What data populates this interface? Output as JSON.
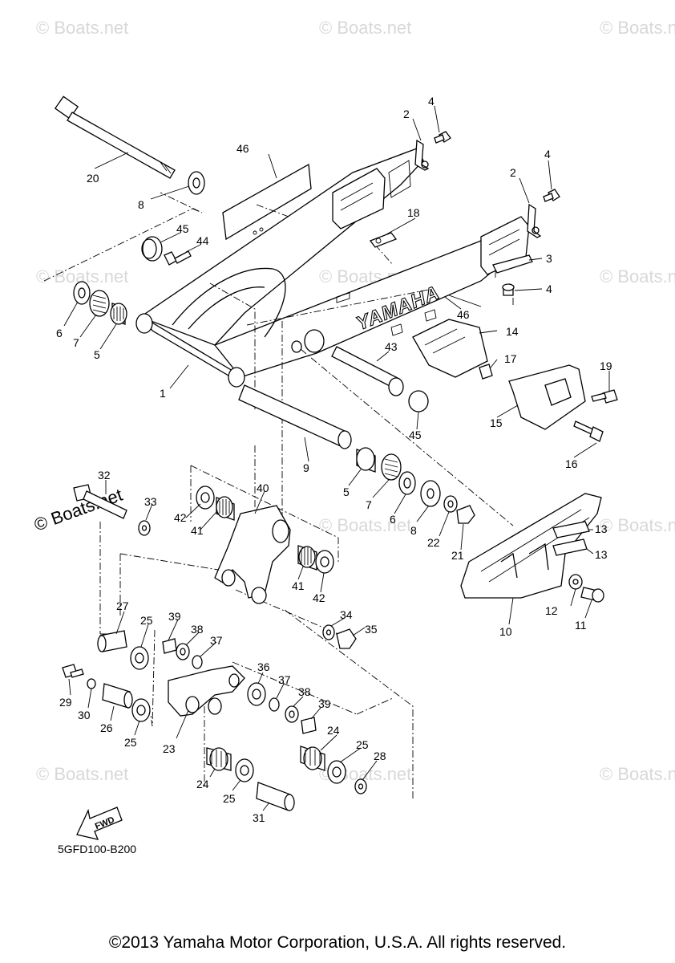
{
  "diagram_code": "5GFD100-B200",
  "copyright": "©2013 Yamaha Motor Corporation, U.S.A. All rights reserved.",
  "brand_mark": "YAMAHA",
  "fwd_label": "FWD",
  "watermarks": {
    "light": "© Boats.net",
    "dark": "© Boats.net"
  },
  "callouts": {
    "c1": "1",
    "c2a": "2",
    "c2b": "2",
    "c3": "3",
    "c4a": "4",
    "c4b": "4",
    "c4c": "4",
    "c5a": "5",
    "c5b": "5",
    "c6a": "6",
    "c6b": "6",
    "c7a": "7",
    "c7b": "7",
    "c8a": "8",
    "c8b": "8",
    "c9": "9",
    "c10": "10",
    "c11": "11",
    "c12": "12",
    "c13a": "13",
    "c13b": "13",
    "c14": "14",
    "c15": "15",
    "c16": "16",
    "c17": "17",
    "c18": "18",
    "c19": "19",
    "c20": "20",
    "c21": "21",
    "c22": "22",
    "c23": "23",
    "c24a": "24",
    "c24b": "24",
    "c25a": "25",
    "c25b": "25",
    "c25c": "25",
    "c25d": "25",
    "c26": "26",
    "c27": "27",
    "c28": "28",
    "c29": "29",
    "c30": "30",
    "c31": "31",
    "c32": "32",
    "c33": "33",
    "c34": "34",
    "c35": "35",
    "c36": "36",
    "c37a": "37",
    "c37b": "37",
    "c38a": "38",
    "c38b": "38",
    "c39a": "39",
    "c39b": "39",
    "c40": "40",
    "c41a": "41",
    "c41b": "41",
    "c42a": "42",
    "c42b": "42",
    "c43": "43",
    "c44": "44",
    "c45a": "45",
    "c45b": "45",
    "c46a": "46",
    "c46b": "46"
  }
}
